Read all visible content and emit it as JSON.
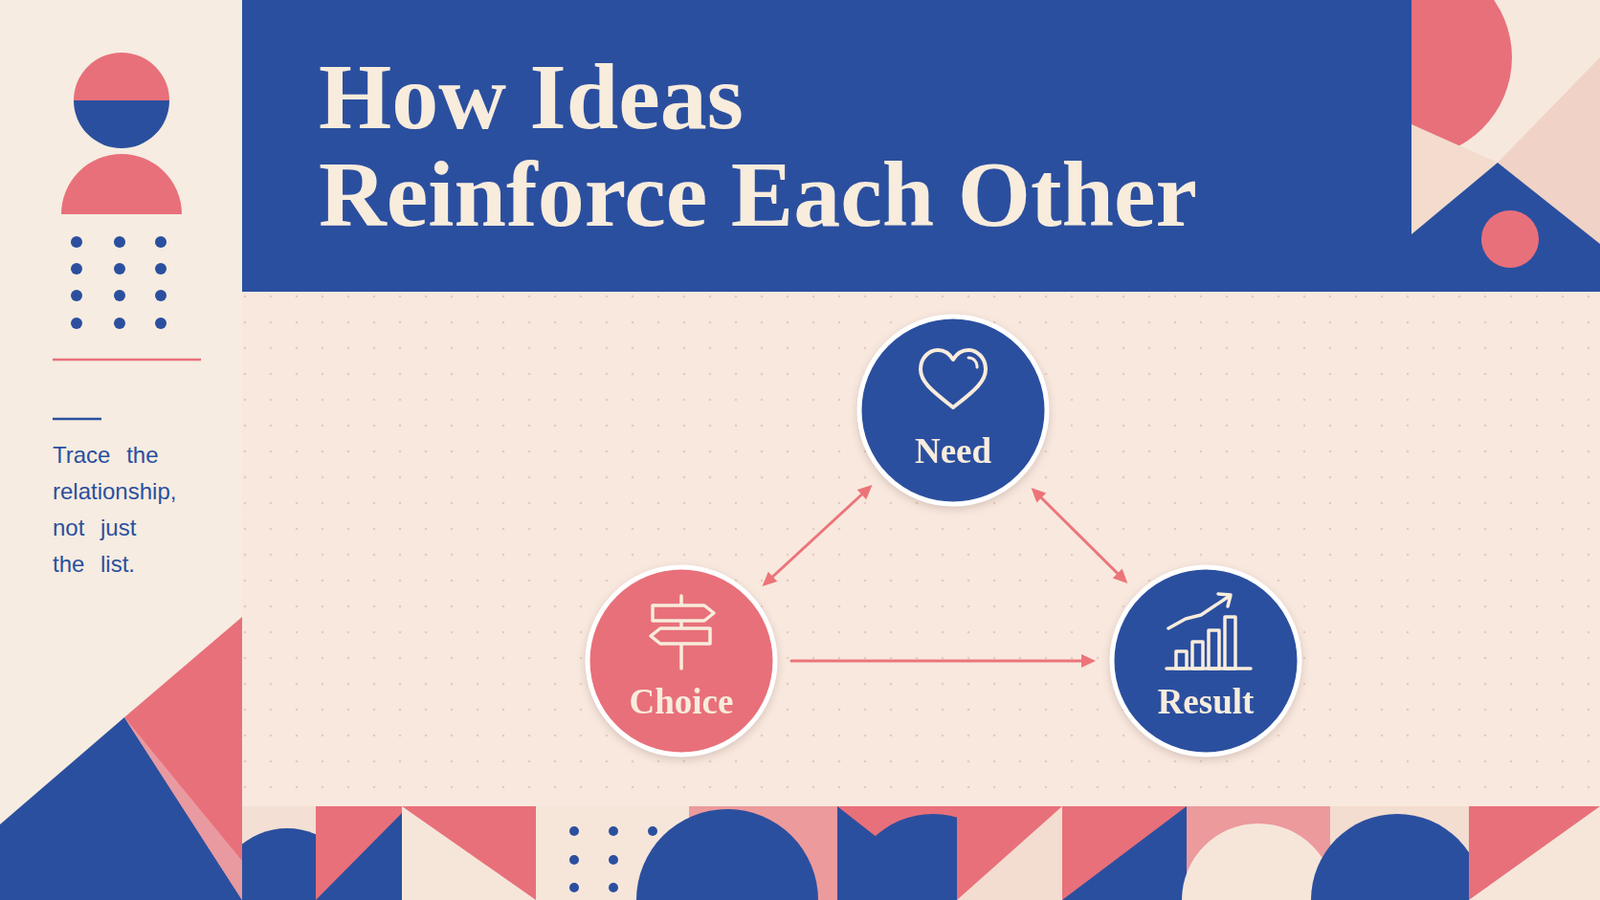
{
  "diagram": {
    "title": "How Ideas Reinforce Each Other",
    "nodes": [
      {
        "text": [
          "Need"
        ]
      },
      {
        "text": [
          "Choice"
        ]
      },
      {
        "text": [
          "Result"
        ]
      }
    ],
    "edges": [
      {
        "from": 1,
        "to": 0,
        "arrow": "both"
      },
      {
        "from": 0,
        "to": 2,
        "arrow": "both"
      },
      {
        "from": 1,
        "to": 2,
        "arrow": "to"
      }
    ],
    "labels": [
      "Trace the relationship, not just the list."
    ]
  }
}
